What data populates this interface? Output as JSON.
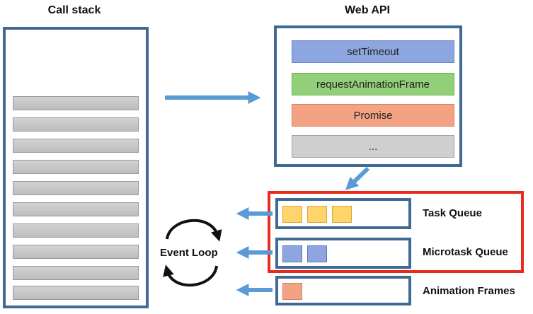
{
  "titles": {
    "call_stack": "Call stack",
    "web_api": "Web API"
  },
  "call_stack": {
    "slot_count": 10
  },
  "web_api": {
    "items": [
      "setTimeout",
      "requestAnimationFrame",
      "Promise",
      "..."
    ],
    "colors": [
      "#8ea6df",
      "#92cf79",
      "#f4a284",
      "#cfcfcf"
    ]
  },
  "queues": {
    "task": {
      "label": "Task Queue",
      "item_count": 3,
      "color": "#ffd56b"
    },
    "microtask": {
      "label": "Microtask Queue",
      "item_count": 2,
      "color": "#8ea6df"
    },
    "animation": {
      "label": "Animation Frames",
      "item_count": 1,
      "color": "#f4a284"
    }
  },
  "event_loop": {
    "label": "Event Loop"
  },
  "colors": {
    "box_border": "#3f6a95",
    "arrow": "#5b9bd5",
    "highlight": "#ea2a1a"
  }
}
